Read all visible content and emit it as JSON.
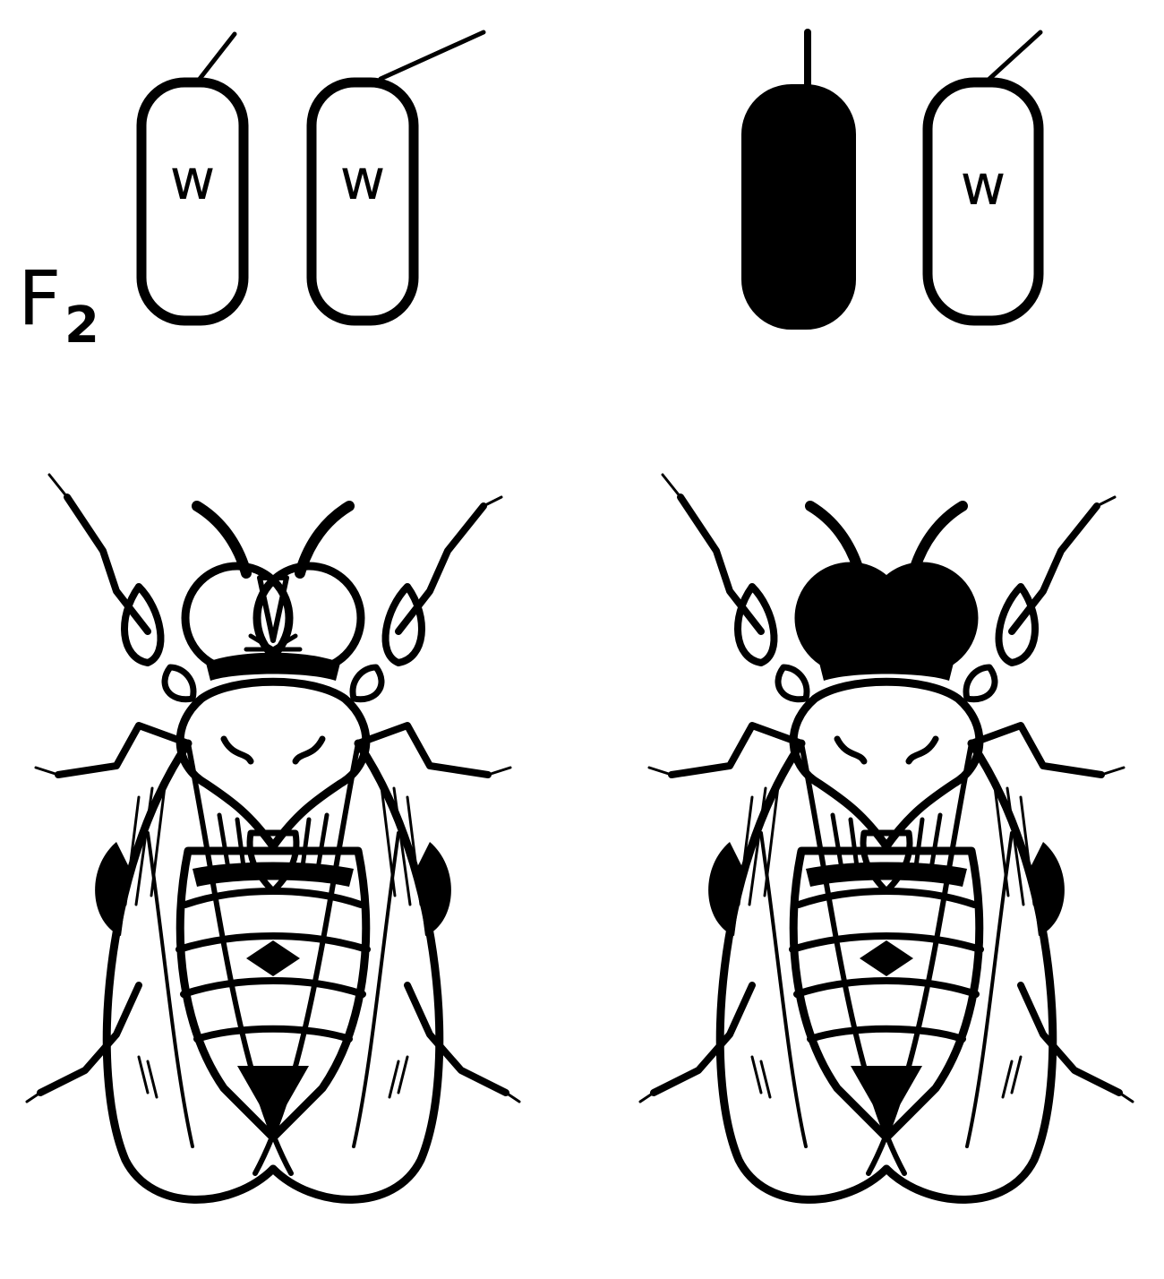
{
  "generation": {
    "label": "F",
    "subscript": "2"
  },
  "chromosome_label": "w",
  "colors": {
    "ink": "#000000",
    "paper": "#ffffff"
  },
  "left_pair": {
    "chromosomes": [
      "w",
      "w"
    ],
    "fly_eyes": "white"
  },
  "right_pair": {
    "chromosomes": [
      "",
      "w"
    ],
    "fly_eyes": "red"
  }
}
